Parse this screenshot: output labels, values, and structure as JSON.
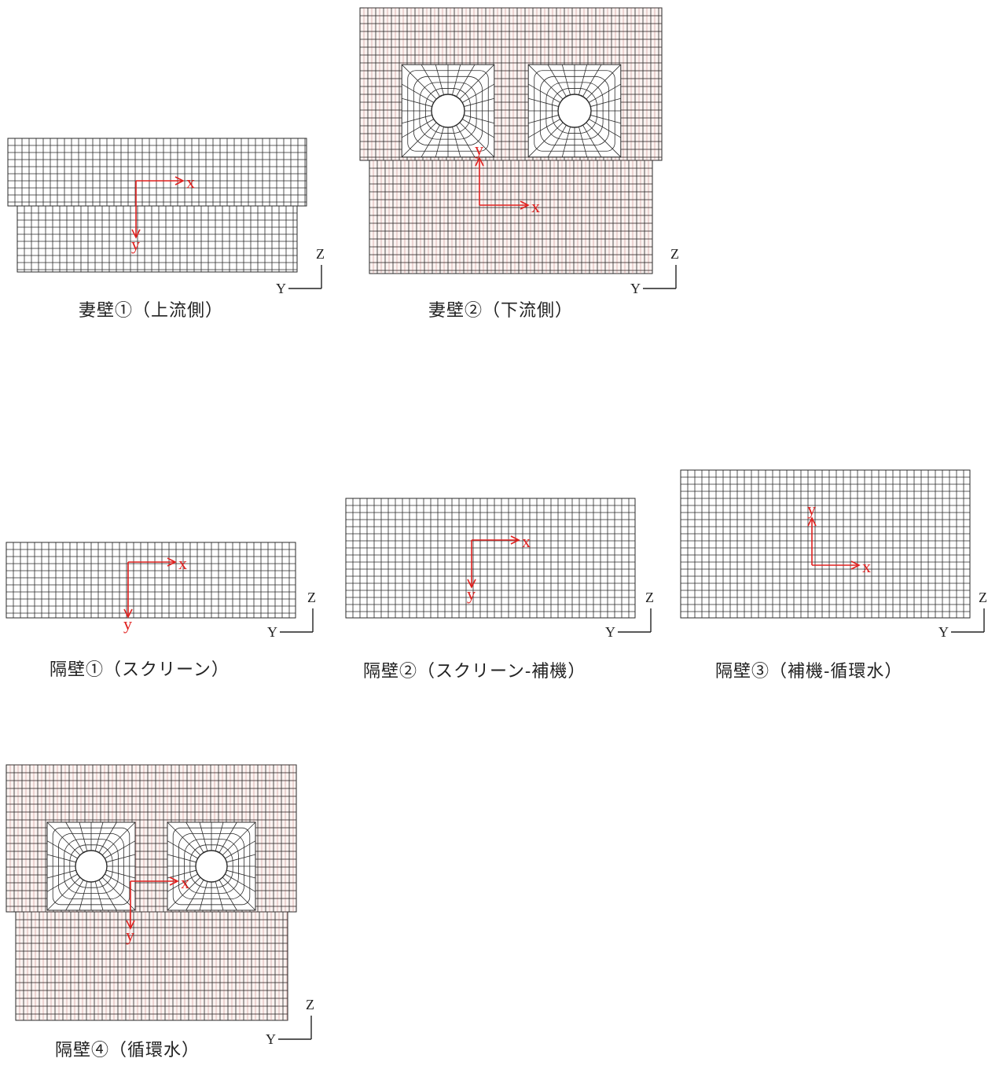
{
  "style": {
    "mesh_color": "#2a2a2a",
    "pink_color": "#c98a8a",
    "local_axis_color": "#e0201e",
    "global_axis_color": "#222222"
  },
  "global_axes": {
    "z_label": "Z",
    "y_label": "Y"
  },
  "panels": [
    {
      "id": "endwall-1",
      "caption": "妻壁①（上流側）",
      "local_axes": {
        "x_label": "x",
        "y_label": "y",
        "y_direction": "down"
      },
      "openings": 0,
      "pink_mesh": false
    },
    {
      "id": "endwall-2",
      "caption": "妻壁②（下流側）",
      "local_axes": {
        "x_label": "x",
        "y_label": "y",
        "y_direction": "up"
      },
      "openings": 2,
      "pink_mesh": true
    },
    {
      "id": "partition-1",
      "caption": "隔壁①（スクリーン）",
      "local_axes": {
        "x_label": "x",
        "y_label": "y",
        "y_direction": "down"
      },
      "openings": 0,
      "pink_mesh": false
    },
    {
      "id": "partition-2",
      "caption": "隔壁②（スクリーン-補機）",
      "local_axes": {
        "x_label": "x",
        "y_label": "y",
        "y_direction": "down"
      },
      "openings": 0,
      "pink_mesh": false
    },
    {
      "id": "partition-3",
      "caption": "隔壁③（補機-循環水）",
      "local_axes": {
        "x_label": "x",
        "y_label": "y",
        "y_direction": "up"
      },
      "openings": 0,
      "pink_mesh": false
    },
    {
      "id": "partition-4",
      "caption": "隔壁④（循環水）",
      "local_axes": {
        "x_label": "x",
        "y_label": "y",
        "y_direction": "down"
      },
      "openings": 2,
      "pink_mesh": true
    }
  ]
}
